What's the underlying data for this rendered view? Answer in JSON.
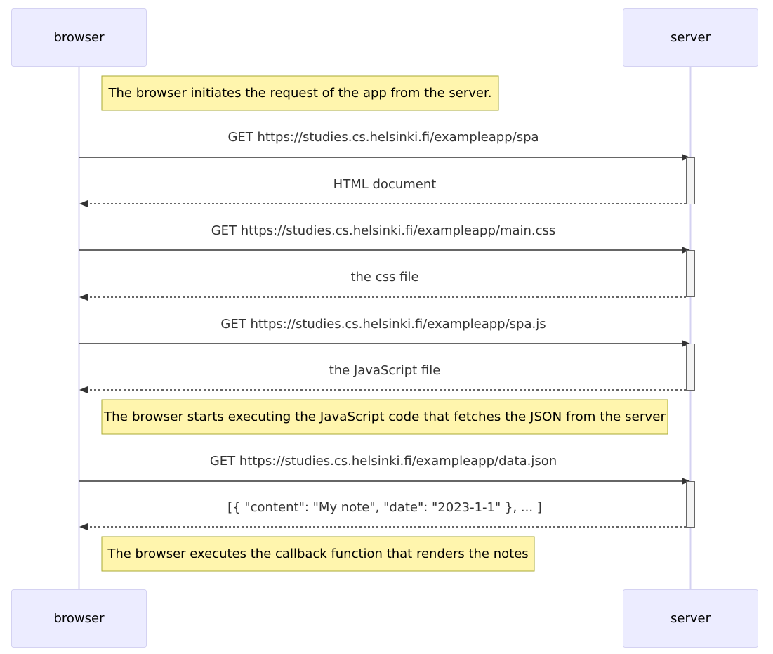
{
  "actors": {
    "browser": "browser",
    "server": "server"
  },
  "notes": [
    "The browser initiates the request of the app from the server.",
    "The browser starts executing the JavaScript code that fetches the JSON from the server",
    "The browser executes the callback function that renders the notes"
  ],
  "messages": [
    {
      "from": "browser",
      "to": "server",
      "text": "GET https://studies.cs.helsinki.fi/exampleapp/spa",
      "style": "solid"
    },
    {
      "from": "server",
      "to": "browser",
      "text": "HTML document",
      "style": "dashed"
    },
    {
      "from": "browser",
      "to": "server",
      "text": "GET https://studies.cs.helsinki.fi/exampleapp/main.css",
      "style": "solid"
    },
    {
      "from": "server",
      "to": "browser",
      "text": "the css file",
      "style": "dashed"
    },
    {
      "from": "browser",
      "to": "server",
      "text": "GET https://studies.cs.helsinki.fi/exampleapp/spa.js",
      "style": "solid"
    },
    {
      "from": "server",
      "to": "browser",
      "text": "the JavaScript file",
      "style": "dashed"
    },
    {
      "from": "browser",
      "to": "server",
      "text": "GET https://studies.cs.helsinki.fi/exampleapp/data.json",
      "style": "solid"
    },
    {
      "from": "server",
      "to": "browser",
      "text": "[{ \"content\": \"My note\", \"date\": \"2023-1-1\" }, ... ]",
      "style": "dashed"
    }
  ],
  "colors": {
    "actor_fill": "#ececff",
    "actor_border": "#d4d2f2",
    "note_fill": "#fff5ad",
    "note_border": "#aaaa33",
    "arrow": "#333333"
  }
}
